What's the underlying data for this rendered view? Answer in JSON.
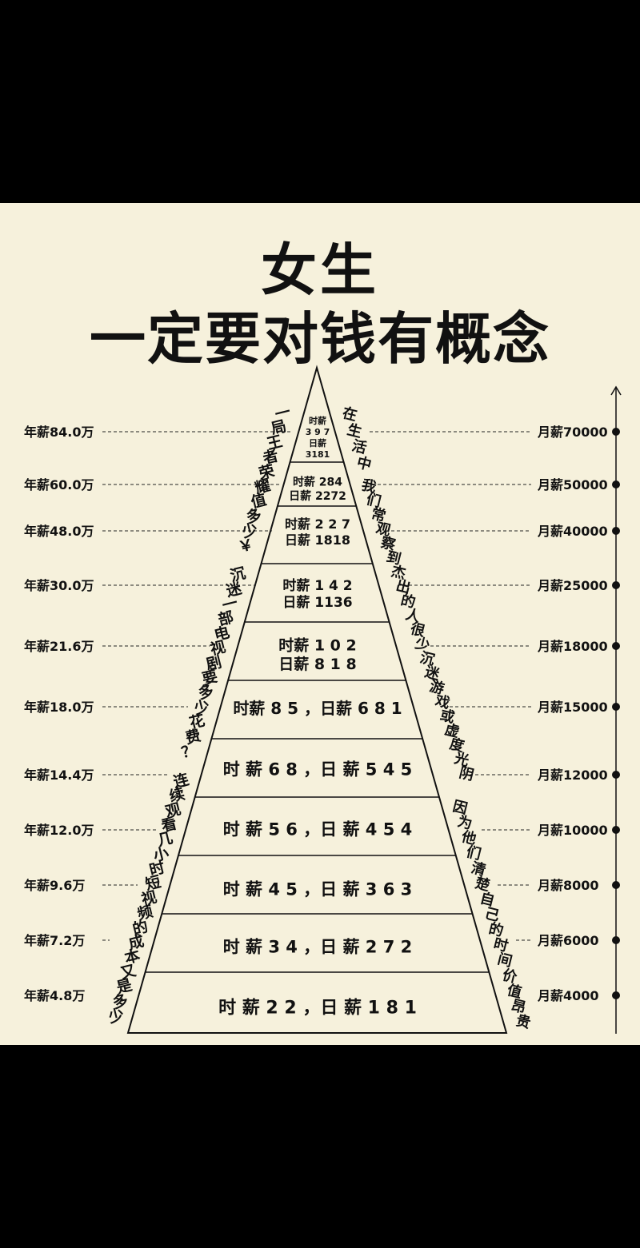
{
  "title": {
    "line1": "女生",
    "line2": "一定要对钱有概念"
  },
  "levels": [
    {
      "annual": "年薪84.0万",
      "monthly": "月薪70000",
      "hourly": "时薪",
      "hourly_val": "3 9 7",
      "daily": "日薪",
      "daily_val": "3181"
    },
    {
      "annual": "年薪60.0万",
      "monthly": "月薪50000",
      "line1": "时薪 284",
      "line2": "日薪 2272"
    },
    {
      "annual": "年薪48.0万",
      "monthly": "月薪40000",
      "line1": "时薪 2 2 7",
      "line2": "日薪 1818"
    },
    {
      "annual": "年薪30.0万",
      "monthly": "月薪25000",
      "line1": "时薪 1 4 2",
      "line2": "日薪 1136"
    },
    {
      "annual": "年薪21.6万",
      "monthly": "月薪18000",
      "line1": "时薪 1 0 2",
      "line2": "日薪 8 1 8"
    },
    {
      "annual": "年薪18.0万",
      "monthly": "月薪15000",
      "line1": "时薪 8 5 ，日薪 6 8 1"
    },
    {
      "annual": "年薪14.4万",
      "monthly": "月薪12000",
      "line1": "时 薪 6 8 ，日 薪 5 4 5"
    },
    {
      "annual": "年薪12.0万",
      "monthly": "月薪10000",
      "line1": "时 薪 5 6 ，日 薪 4 5 4"
    },
    {
      "annual": "年薪9.6万",
      "monthly": "月薪8000",
      "line1": "时 薪 4 5 ，日 薪 3 6 3"
    },
    {
      "annual": "年薪7.2万",
      "monthly": "月薪6000",
      "line1": "时 薪 3 4 ，日 薪 2 7 2"
    },
    {
      "annual": "年薪4.8万",
      "monthly": "月薪4000",
      "line1": "时 薪 2 2 ，日 薪 1 8 1"
    }
  ],
  "side_text": {
    "left": "一局王者荣耀值多少￥ 沉迷一部电视剧要多少花费？ 连续观看几小时短视频的成本又是多少",
    "right_top": "在生活中",
    "right_mid": "我们常观察到杰出的人很少沉迷游戏或虚度光阴",
    "right_bottom": "因为他们清楚自己的时间价值昂贵"
  },
  "colors": {
    "background": "#f6f1dc",
    "frame": "#000000",
    "ink": "#111111"
  }
}
